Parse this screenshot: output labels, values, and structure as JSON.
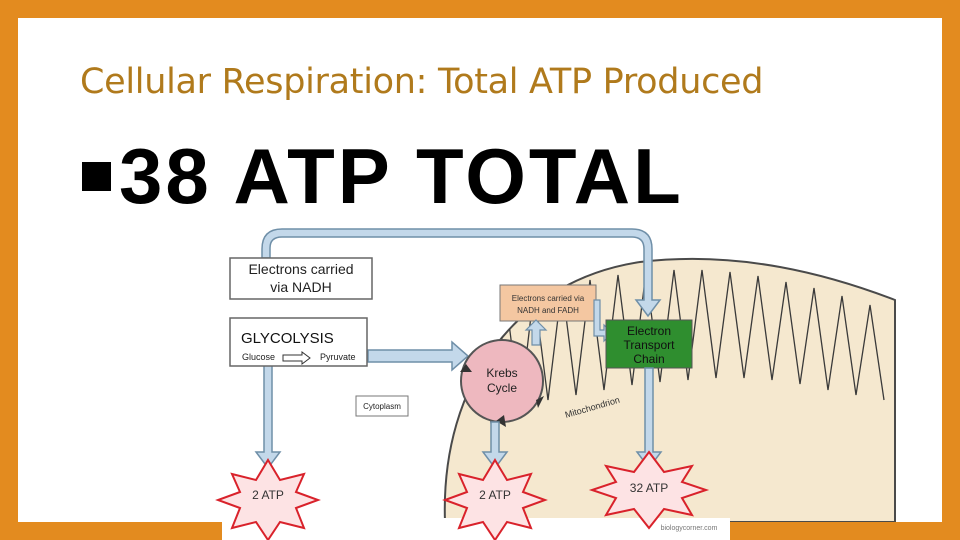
{
  "slide": {
    "title": "Cellular Respiration: Total ATP Produced",
    "headline": "38 ATP TOTAL"
  },
  "diagram": {
    "nadh_box": {
      "line1": "Electrons carried",
      "line2": "via NADH"
    },
    "glycolysis": {
      "title": "GLYCOLYSIS",
      "from": "Glucose",
      "to": "Pyruvate"
    },
    "cytoplasm_label": "Cytoplasm",
    "mito_electrons": {
      "line1": "Electrons carried via",
      "line2": "NADH and FADH"
    },
    "etc": {
      "line1": "Electron",
      "line2": "Transport",
      "line3": "Chain"
    },
    "krebs": {
      "line1": "Krebs",
      "line2": "Cycle"
    },
    "mitochondrion_label": "Mitochondrion",
    "atp": {
      "glycolysis": "2 ATP",
      "krebs": "2 ATP",
      "etc": "32 ATP"
    },
    "watermark": "biologycorner.com",
    "colors": {
      "frame": "#e38b1f",
      "title": "#b07a1c",
      "arrow_fill": "#c3d8ea",
      "arrow_stroke": "#6f8fa8",
      "mito_fill": "#f5e8cf",
      "krebs_fill": "#eeb8bf",
      "etc_fill": "#2f8e2f",
      "mito_electrons_fill": "#f4c7a1",
      "atp_star_stroke": "#d9222b"
    }
  }
}
